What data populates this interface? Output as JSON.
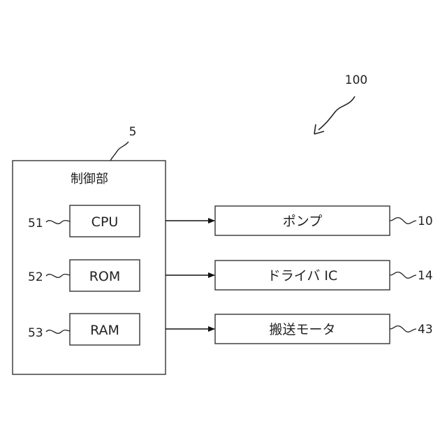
{
  "diagram": {
    "reference_overall": "100",
    "controller": {
      "ref": "5",
      "title": "制御部",
      "components": [
        {
          "ref": "51",
          "label": "CPU"
        },
        {
          "ref": "52",
          "label": "ROM"
        },
        {
          "ref": "53",
          "label": "RAM"
        }
      ]
    },
    "devices": [
      {
        "ref": "10",
        "label": "ポンプ"
      },
      {
        "ref": "14",
        "label": "ドライバ IC"
      },
      {
        "ref": "43",
        "label": "搬送モータ"
      }
    ]
  }
}
